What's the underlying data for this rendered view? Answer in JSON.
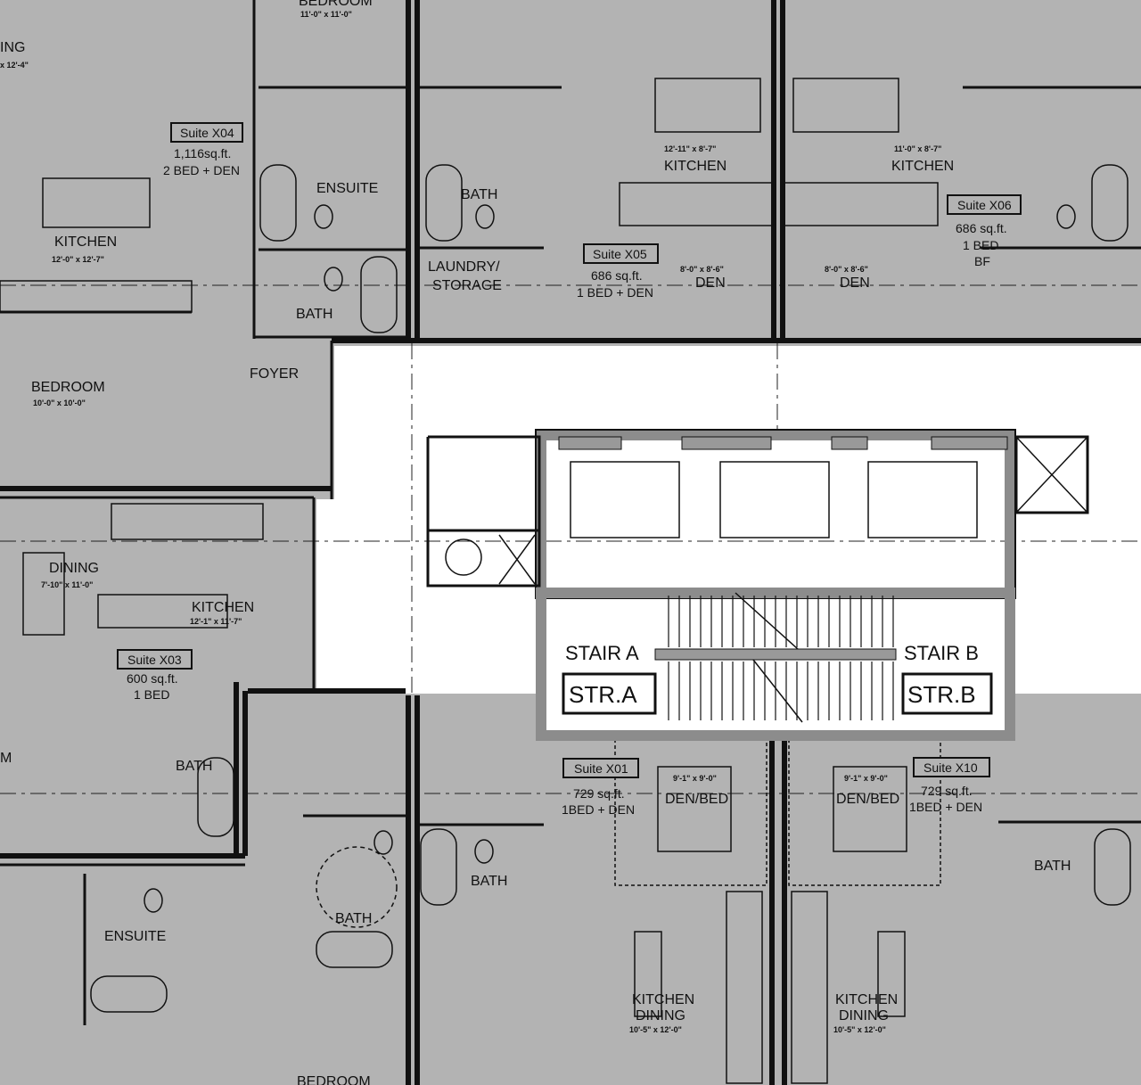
{
  "colors": {
    "background": "#b3b3b3",
    "core": "#ffffff",
    "lines": "#111111",
    "core_wall": "#8c8c8c"
  },
  "labels": {
    "living_partial": "ING",
    "living_dim": "x  12'-4\"",
    "bedroom_top": "BEDROOM",
    "bedroom_top_dim": "11'-0\"  x  11'-0\"",
    "x04_suite": "Suite X04",
    "x04_area": "1,116sq.ft.",
    "x04_type": "2 BED + DEN",
    "ensuite_1": "ENSUITE",
    "kitchen_x04": "KITCHEN",
    "kitchen_x04_dim": "12'-0\"  x  12'-7\"",
    "bath_x04": "BATH",
    "foyer": "FOYER",
    "bedroom_x04": "BEDROOM",
    "bedroom_x04_dim": "10'-0\"  x  10'-0\"",
    "bath_x05": "BATH",
    "laundry_1": "LAUNDRY/",
    "laundry_2": "STORAGE",
    "x05_suite": "Suite X05",
    "x05_area": "686 sq.ft.",
    "x05_type": "1 BED + DEN",
    "kitchen_x05_dim": "12'-11\"  x  8'-7\"",
    "kitchen_x05": "KITCHEN",
    "kitchen_x06_dim": "11'-0\"  x  8'-7\"",
    "kitchen_x06": "KITCHEN",
    "den_x05_dim": "8'-0\"  x  8'-6\"",
    "den_x05": "DEN",
    "den_x06_dim": "8'-0\"  x  8'-6\"",
    "den_x06": "DEN",
    "x06_suite": "Suite X06",
    "x06_area": "686 sq.ft.",
    "x06_type": "1 BED",
    "x06_bf": "BF",
    "dining_x03": "DINING",
    "dining_x03_dim": "7'-10\"  x  11'-0\"",
    "kitchen_x03": "KITCHEN",
    "kitchen_x03_dim": "12'-1\"  x  11'-7\"",
    "x03_suite": "Suite X03",
    "x03_area": "600 sq.ft.",
    "x03_type": "1 BED",
    "m_partial": "M",
    "bath_x03": "BATH",
    "stair_a": "STAIR A",
    "str_a": "STR.A",
    "stair_b": "STAIR B",
    "str_b": "STR.B",
    "x01_suite": "Suite X01",
    "x01_area": "729 sq.ft.",
    "x01_type": "1BED + DEN",
    "denbed_x01_dim": "9'-1\"  x  9'-0\"",
    "denbed_x01": "DEN/BED",
    "denbed_x10_dim": "9'-1\"  x  9'-0\"",
    "denbed_x10": "DEN/BED",
    "x10_suite": "Suite X10",
    "x10_area": "729 sq.ft.",
    "x10_type": "1BED + DEN",
    "bath_x01": "BATH",
    "bath_x10": "BATH",
    "bath_lower_left": "BATH",
    "ensuite_2": "ENSUITE",
    "kd_x01_1": "KITCHEN",
    "kd_x01_2": "DINING",
    "kd_x01_dim": "10'-5\"  x  12'-0\"",
    "kd_x10_1": "KITCHEN",
    "kd_x10_2": "DINING",
    "kd_x10_dim": "10'-5\"  x  12'-0\"",
    "bedroom_bottom": "BEDROOM"
  }
}
